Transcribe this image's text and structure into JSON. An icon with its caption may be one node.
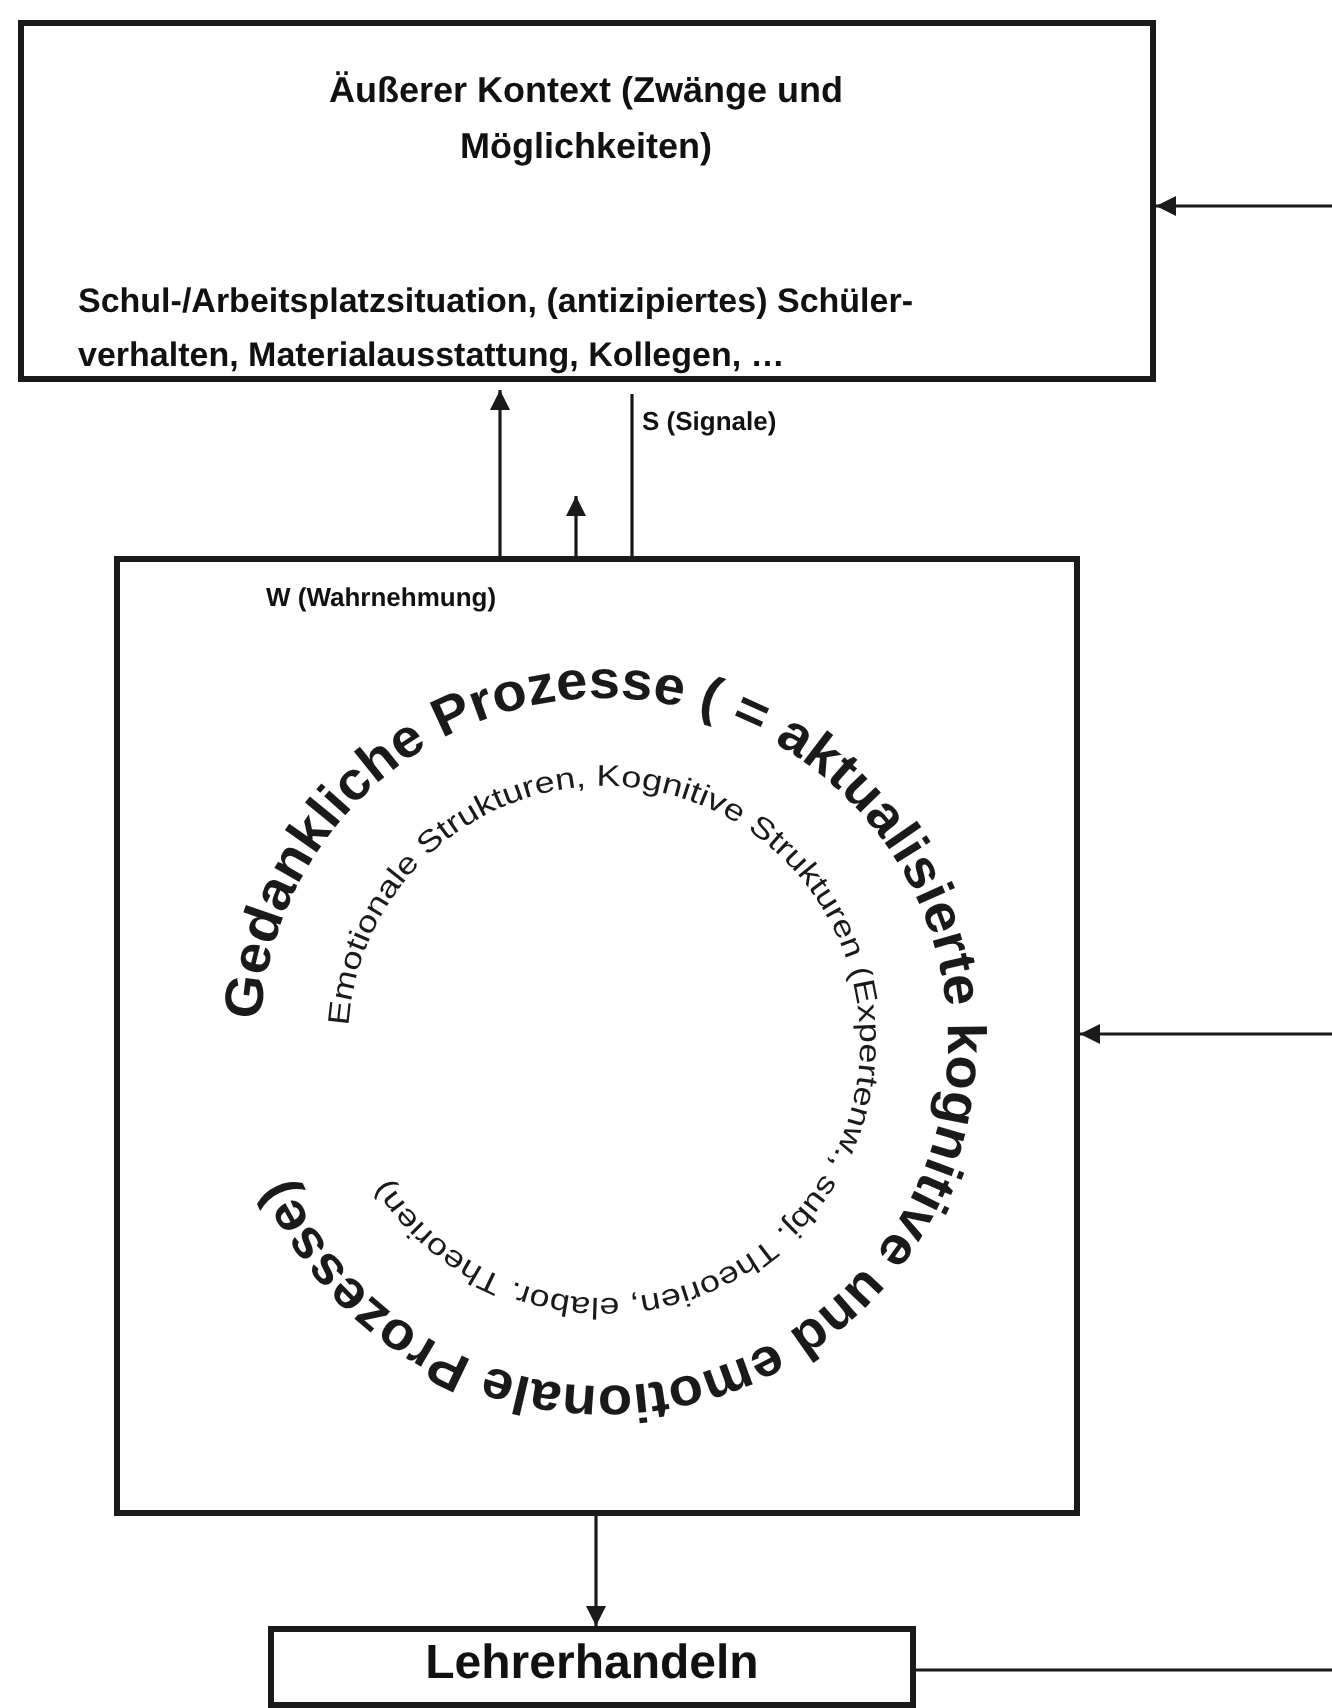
{
  "diagram": {
    "nodes": [
      {
        "text": [
          "Äußerer Kontext (Zwänge und Möglichkeiten)",
          "Schul-/Arbeitsplatzsituation, (antizipiertes) Schüler-verhalten, Materialausstattung, Kollegen, …"
        ]
      },
      {
        "text": [
          "Gedankliche Prozesse ( = aktualisierte kognitive und emotionale Prozesse)",
          "Emotionale Strukturen, Kognitive Strukturen (Expertenw., subj. Theorien, elabor. Theorien)"
        ]
      },
      {
        "text": [
          "Lehrerhandeln"
        ]
      }
    ],
    "edges": [
      {
        "from": 1,
        "to": 0,
        "arrow": "to",
        "label": "W (Wahrnehmung)"
      },
      {
        "from": 0,
        "to": null,
        "arrow": "to",
        "label": "S (Signale)"
      },
      {
        "from": 1,
        "to": 2,
        "arrow": "to"
      },
      {
        "from": 2,
        "to": null,
        "arrow": "none"
      },
      {
        "from": null,
        "to": 0,
        "arrow": "to"
      },
      {
        "from": null,
        "to": 1,
        "arrow": "to"
      }
    ]
  }
}
